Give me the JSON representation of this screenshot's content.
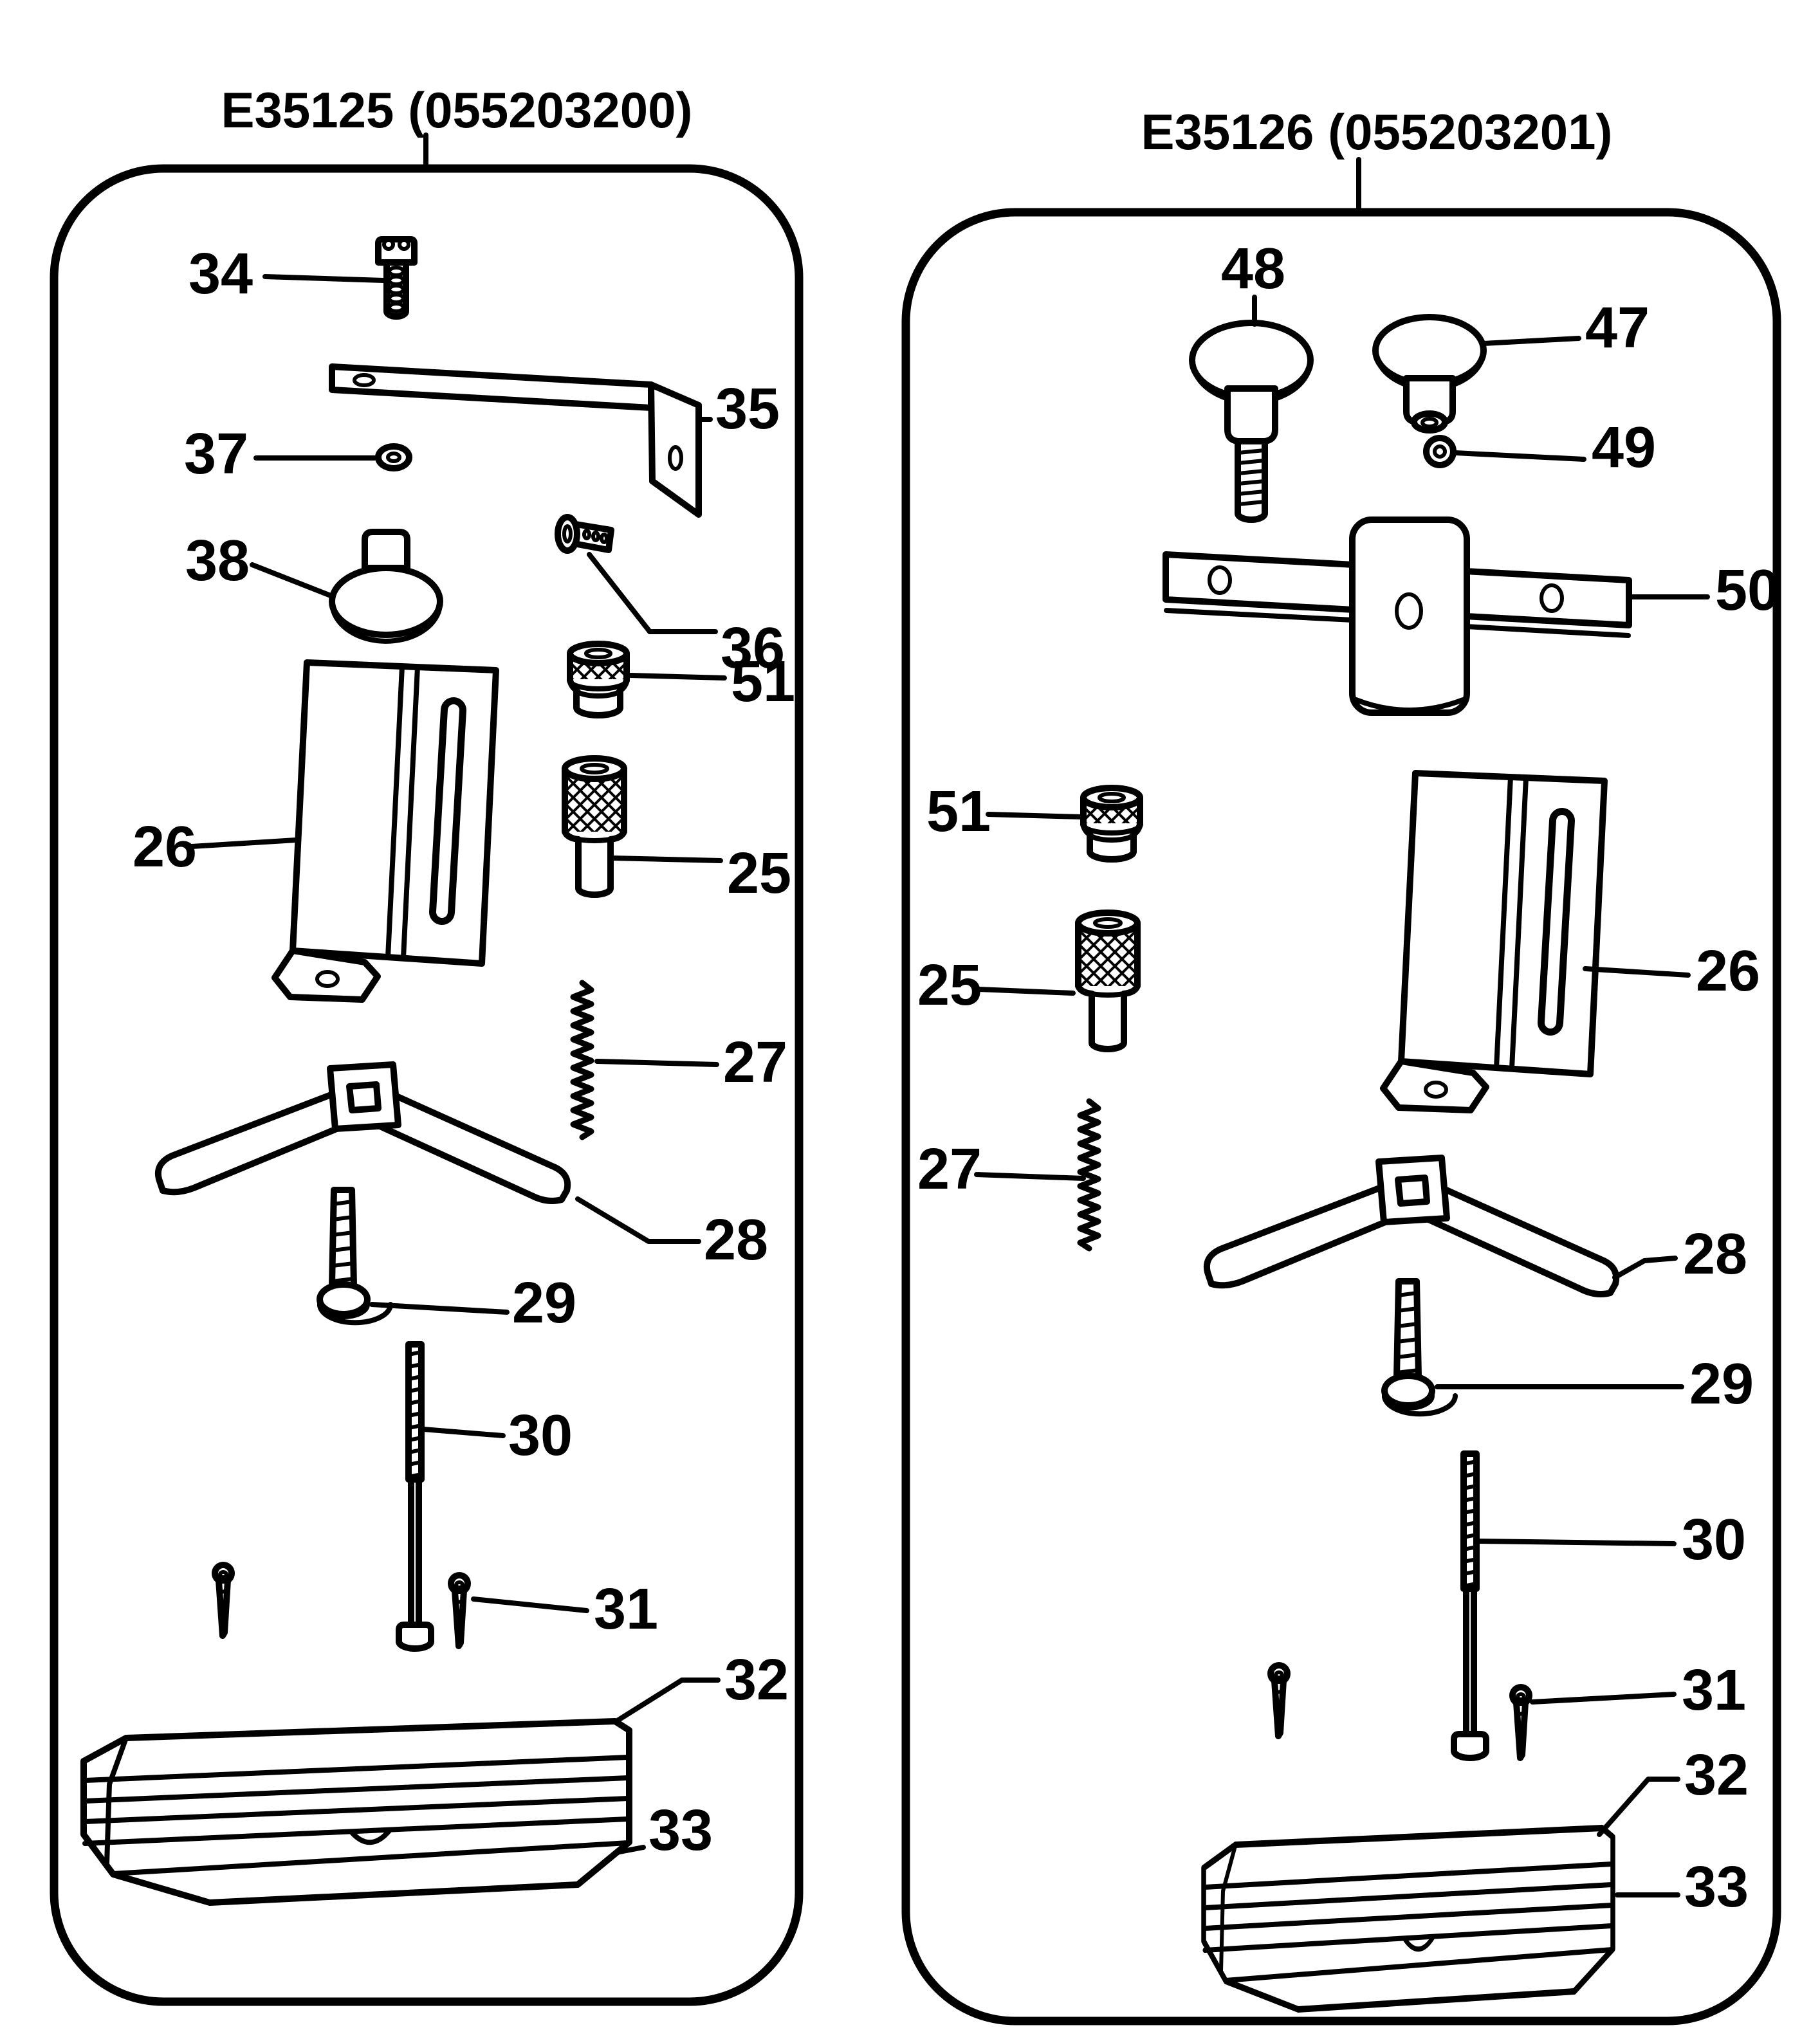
{
  "diagram": {
    "type": "exploded-parts-diagram",
    "background_color": "#ffffff",
    "ink_color": "#000000",
    "panels": [
      {
        "title": "E35125 (055203200)",
        "parts": [
          {
            "number": "34"
          },
          {
            "number": "35"
          },
          {
            "number": "37"
          },
          {
            "number": "38"
          },
          {
            "number": "36"
          },
          {
            "number": "51"
          },
          {
            "number": "26"
          },
          {
            "number": "25"
          },
          {
            "number": "27"
          },
          {
            "number": "28"
          },
          {
            "number": "29"
          },
          {
            "number": "30"
          },
          {
            "number": "31"
          },
          {
            "number": "32"
          },
          {
            "number": "33"
          }
        ]
      },
      {
        "title": "E35126 (055203201)",
        "parts": [
          {
            "number": "48"
          },
          {
            "number": "47"
          },
          {
            "number": "49"
          },
          {
            "number": "50"
          },
          {
            "number": "51"
          },
          {
            "number": "25"
          },
          {
            "number": "26"
          },
          {
            "number": "27"
          },
          {
            "number": "28"
          },
          {
            "number": "29"
          },
          {
            "number": "30"
          },
          {
            "number": "31"
          },
          {
            "number": "32"
          },
          {
            "number": "33"
          }
        ]
      }
    ]
  }
}
